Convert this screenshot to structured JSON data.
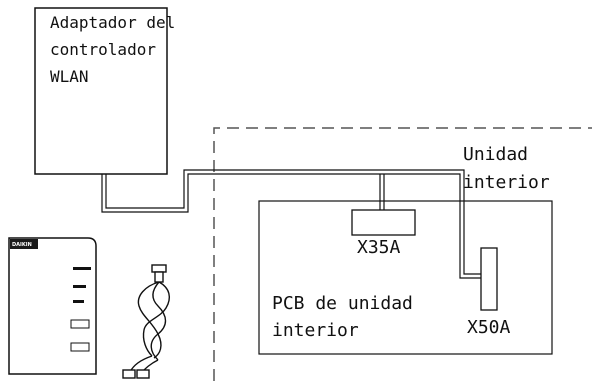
{
  "adapter": {
    "label_lines": [
      "Adaptador del",
      "controlador",
      "WLAN"
    ]
  },
  "indoor_unit": {
    "label_lines": [
      "Unidad",
      "interior"
    ]
  },
  "pcb": {
    "label_lines": [
      "PCB de unidad",
      "interior"
    ]
  },
  "connectors": {
    "x35a": "X35A",
    "x50a": "X50A"
  },
  "device_logo": "DAIKIN",
  "colors": {
    "line": "#111111",
    "dashed": "#555555",
    "logo_bg": "#1a1a1a"
  }
}
